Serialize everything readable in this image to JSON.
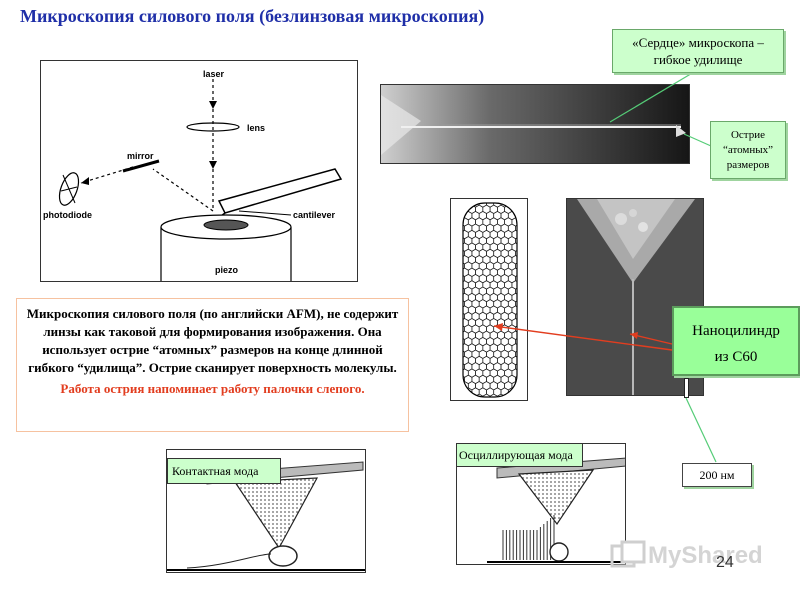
{
  "title": "Микроскопия силового поля (безлинзовая микроскопия)",
  "callouts": {
    "heart": "«Сердце» микроскопа – гибкое удилище",
    "tip": "Острие “атомных” размеров",
    "nanocylinder_line1": "Наноцилиндр",
    "nanocylinder_line2": "из С60",
    "scale": "200 нм",
    "contact_mode": "Контактная мода",
    "oscillating_mode": "Осциллирующая мода"
  },
  "schematic_labels": {
    "laser": "laser",
    "lens": "lens",
    "mirror": "mirror",
    "photodiode": "photodiode",
    "cantilever": "cantilever",
    "piezo": "piezo"
  },
  "description": {
    "main": "Микроскопия силового поля (по английски AFM), не содержит линзы как таковой для формирования изображения. Она использует острие “атомных” размеров на конце длинной гибкого “удилища”. Острие сканирует поверхность молекулы.",
    "highlight": "Работа острия напоминает работу палочки слепого."
  },
  "page_number": "24",
  "watermark": "MyShared",
  "colors": {
    "title": "#1f2fa8",
    "callout_bg": "#ccffcc",
    "highlight": "#e23d1f",
    "arrow_red": "#e23d1f",
    "arrow_green": "#55cc77"
  }
}
